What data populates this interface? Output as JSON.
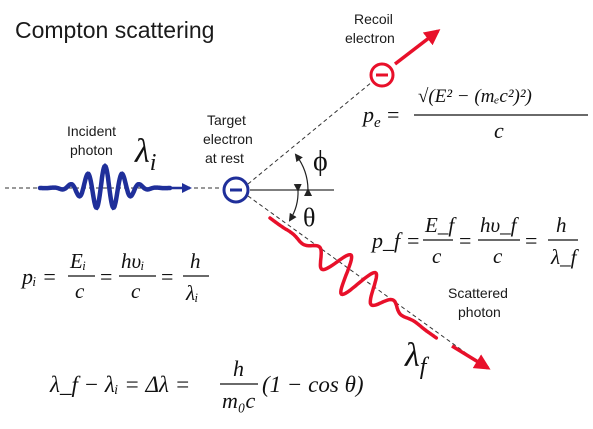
{
  "title": "Compton scattering",
  "labels": {
    "incident": [
      "Incident",
      "photon"
    ],
    "target": [
      "Target",
      "electron",
      "at rest"
    ],
    "recoil": [
      "Recoil",
      "electron"
    ],
    "scattered": [
      "Scattered",
      "photon"
    ]
  },
  "symbols": {
    "lambda": "λ",
    "lambda_i_sub": "i",
    "lambda_f_sub": "f",
    "phi": "ϕ",
    "theta": "θ",
    "electron_sign": "⊖"
  },
  "equations": {
    "pe_lhs": "p",
    "pe_lhs_sub": "e",
    "pe_num": "√(E² − (mₑc²)²)",
    "pe_den": "c",
    "pi_lhs": "pᵢ = ",
    "pi_f1_num": "Eᵢ",
    "pi_f2_num": "hυᵢ",
    "pi_f3_num": "h",
    "pi_f3_den": "λᵢ",
    "pf_lhs": "p_f = ",
    "pf_f1_num": "E_f",
    "pf_f2_num": "hυ_f",
    "pf_f3_num": "h",
    "pf_f3_den": "λ_f",
    "den_c": "c",
    "eq": "=",
    "shift_lhs": "λ_f − λᵢ = Δλ =",
    "shift_num": "h",
    "shift_den": "m₀c",
    "shift_rhs": "(1 − cos θ)"
  },
  "colors": {
    "incident_wave": "#1f2f9a",
    "scattered_wave": "#e8102a",
    "electron_target": "#1f2f9a",
    "electron_recoil": "#e8102a",
    "text": "#1a1a1a"
  }
}
